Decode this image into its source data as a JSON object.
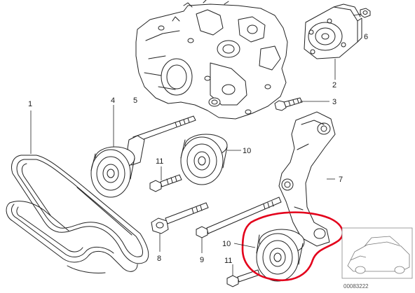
{
  "diagram": {
    "part_numbers": [
      "1",
      "2",
      "3",
      "4",
      "5",
      "6",
      "7",
      "8",
      "9",
      "10",
      "10",
      "11",
      "11"
    ],
    "image_code": "00083222",
    "highlight_color": "#e3001b",
    "line_color": "#222222",
    "background": "#ffffff"
  }
}
